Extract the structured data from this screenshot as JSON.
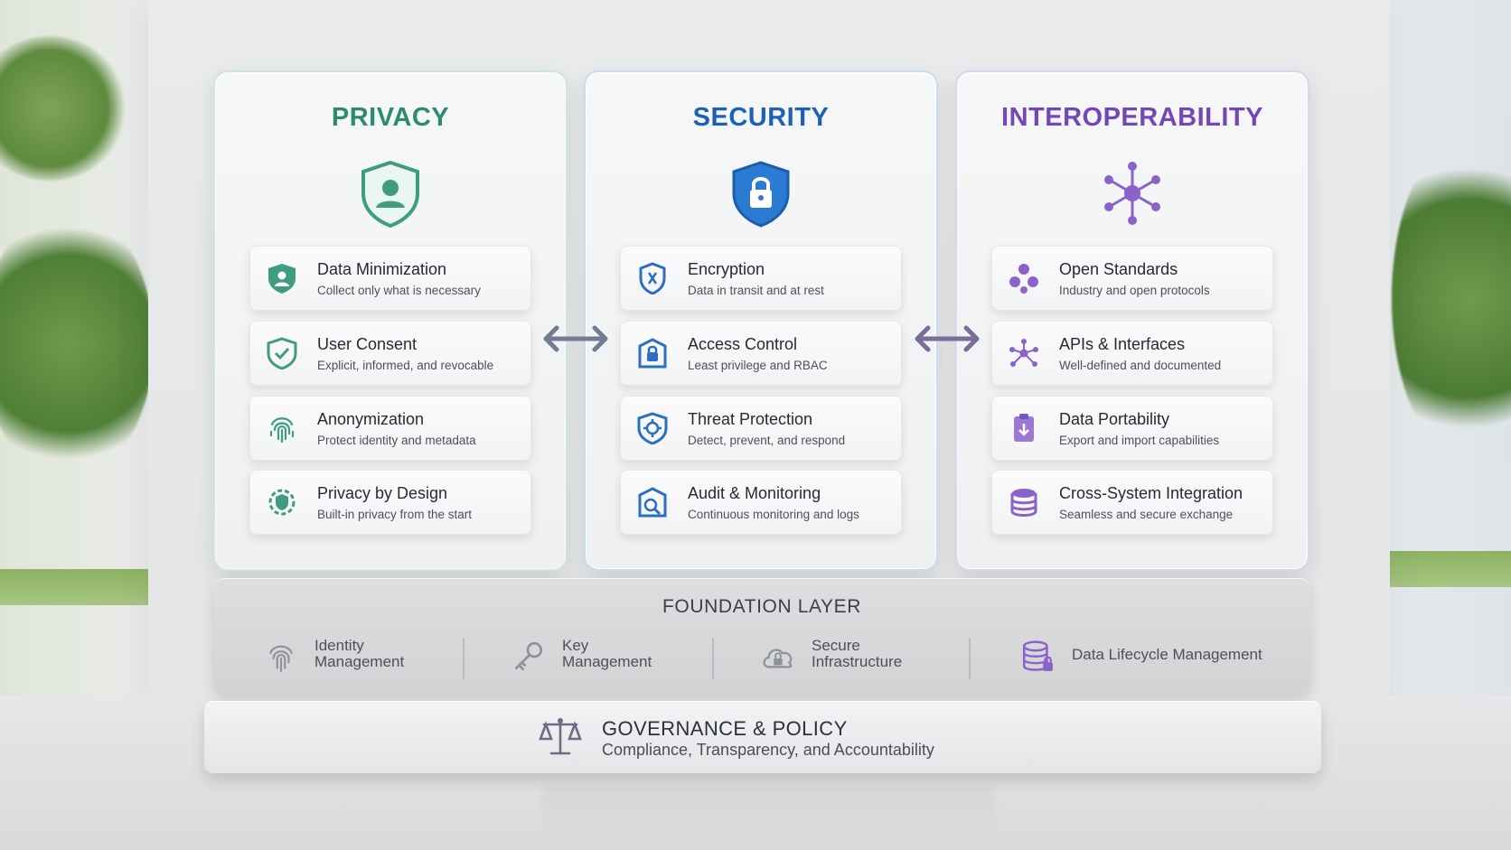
{
  "columns": [
    {
      "title": "PRIVACY",
      "emblem": "shield-user-icon",
      "accent": "#2e8a6f",
      "items": [
        {
          "title": "Data Minimization",
          "subtitle": "Collect only what is necessary",
          "icon": "shield-user-icon"
        },
        {
          "title": "User Consent",
          "subtitle": "Explicit, informed, and revocable",
          "icon": "shield-check-icon"
        },
        {
          "title": "Anonymization",
          "subtitle": "Protect identity and metadata",
          "icon": "fingerprint-icon"
        },
        {
          "title": "Privacy by Design",
          "subtitle": "Built-in privacy from the start",
          "icon": "gear-shield-icon"
        }
      ]
    },
    {
      "title": "SECURITY",
      "emblem": "shield-lock-icon",
      "accent": "#1d62b2",
      "items": [
        {
          "title": "Encryption",
          "subtitle": "Data in transit and at rest",
          "icon": "encryption-shield-icon"
        },
        {
          "title": "Access Control",
          "subtitle": "Least privilege and RBAC",
          "icon": "access-lock-icon"
        },
        {
          "title": "Threat Protection",
          "subtitle": "Detect, prevent, and respond",
          "icon": "threat-shield-icon"
        },
        {
          "title": "Audit & Monitoring",
          "subtitle": "Continuous monitoring and logs",
          "icon": "audit-lock-icon"
        }
      ]
    },
    {
      "title": "INTEROPERABILITY",
      "emblem": "network-hub-icon",
      "accent": "#7447b8",
      "items": [
        {
          "title": "Open Standards",
          "subtitle": "Industry and open protocols",
          "icon": "nodes-icon"
        },
        {
          "title": "APIs & Interfaces",
          "subtitle": "Well-defined and documented",
          "icon": "network-icon"
        },
        {
          "title": "Data Portability",
          "subtitle": "Export and import capabilities",
          "icon": "portable-doc-icon"
        },
        {
          "title": "Cross-System Integration",
          "subtitle": "Seamless and secure exchange",
          "icon": "database-stack-icon"
        }
      ]
    }
  ],
  "foundation": {
    "title": "FOUNDATION LAYER",
    "items": [
      {
        "label_line1": "Identity",
        "label_line2": "Management",
        "icon": "fingerprint-icon"
      },
      {
        "label_line1": "Key",
        "label_line2": "Management",
        "icon": "key-icon"
      },
      {
        "label_line1": "Secure",
        "label_line2": "Infrastructure",
        "icon": "cloud-lock-icon"
      },
      {
        "label_line1": "Data Lifecycle Management",
        "label_line2": "",
        "icon": "database-lock-icon"
      }
    ]
  },
  "governance": {
    "title": "GOVERNANCE & POLICY",
    "subtitle": "Compliance, Transparency, and Accountability",
    "icon": "scales-icon"
  }
}
